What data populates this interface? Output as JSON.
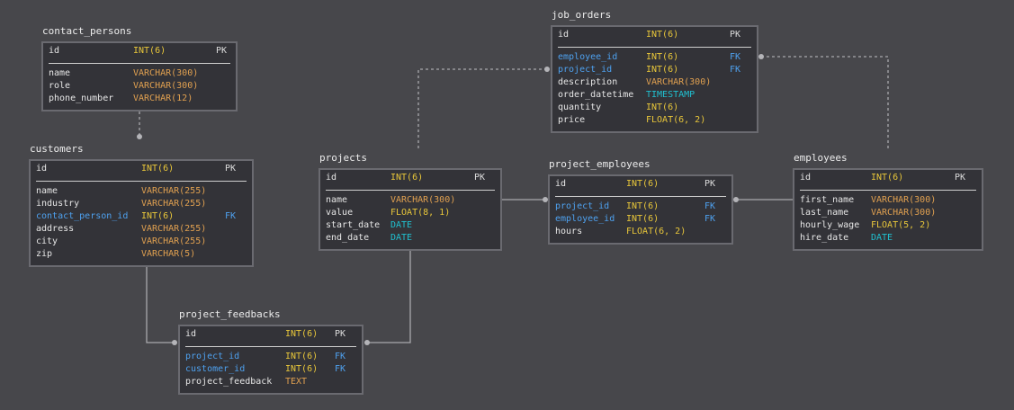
{
  "tables": {
    "contact_persons": {
      "name": "contact_persons",
      "pk": {
        "name": "id",
        "type": "INT(6)",
        "key": "PK"
      },
      "cols": [
        {
          "name": "name",
          "type": "VARCHAR(300)"
        },
        {
          "name": "role",
          "type": "VARCHAR(300)"
        },
        {
          "name": "phone_number",
          "type": "VARCHAR(12)"
        }
      ]
    },
    "customers": {
      "name": "customers",
      "pk": {
        "name": "id",
        "type": "INT(6)",
        "key": "PK"
      },
      "cols": [
        {
          "name": "name",
          "type": "VARCHAR(255)"
        },
        {
          "name": "industry",
          "type": "VARCHAR(255)"
        },
        {
          "name": "contact_person_id",
          "type": "INT(6)",
          "key": "FK"
        },
        {
          "name": "address",
          "type": "VARCHAR(255)"
        },
        {
          "name": "city",
          "type": "VARCHAR(255)"
        },
        {
          "name": "zip",
          "type": "VARCHAR(5)"
        }
      ]
    },
    "projects": {
      "name": "projects",
      "pk": {
        "name": "id",
        "type": "INT(6)",
        "key": "PK"
      },
      "cols": [
        {
          "name": "name",
          "type": "VARCHAR(300)"
        },
        {
          "name": "value",
          "type": "FLOAT(8, 1)"
        },
        {
          "name": "start_date",
          "type": "DATE"
        },
        {
          "name": "end_date",
          "type": "DATE"
        }
      ]
    },
    "job_orders": {
      "name": "job_orders",
      "pk": {
        "name": "id",
        "type": "INT(6)",
        "key": "PK"
      },
      "cols": [
        {
          "name": "employee_id",
          "type": "INT(6)",
          "key": "FK"
        },
        {
          "name": "project_id",
          "type": "INT(6)",
          "key": "FK"
        },
        {
          "name": "description",
          "type": "VARCHAR(300)"
        },
        {
          "name": "order_datetime",
          "type": "TIMESTAMP"
        },
        {
          "name": "quantity",
          "type": "INT(6)"
        },
        {
          "name": "price",
          "type": "FLOAT(6, 2)"
        }
      ]
    },
    "project_employees": {
      "name": "project_employees",
      "pk": {
        "name": "id",
        "type": "INT(6)",
        "key": "PK"
      },
      "cols": [
        {
          "name": "project_id",
          "type": "INT(6)",
          "key": "FK"
        },
        {
          "name": "employee_id",
          "type": "INT(6)",
          "key": "FK"
        },
        {
          "name": "hours",
          "type": "FLOAT(6, 2)"
        }
      ]
    },
    "employees": {
      "name": "employees",
      "pk": {
        "name": "id",
        "type": "INT(6)",
        "key": "PK"
      },
      "cols": [
        {
          "name": "first_name",
          "type": "VARCHAR(300)"
        },
        {
          "name": "last_name",
          "type": "VARCHAR(300)"
        },
        {
          "name": "hourly_wage",
          "type": "FLOAT(5, 2)"
        },
        {
          "name": "hire_date",
          "type": "DATE"
        }
      ]
    },
    "project_feedbacks": {
      "name": "project_feedbacks",
      "pk": {
        "name": "id",
        "type": "INT(6)",
        "key": "PK"
      },
      "cols": [
        {
          "name": "project_id",
          "type": "INT(6)",
          "key": "FK"
        },
        {
          "name": "customer_id",
          "type": "INT(6)",
          "key": "FK"
        },
        {
          "name": "project_feedback",
          "type": "TEXT"
        }
      ]
    }
  },
  "colors": {
    "background": "#47474b",
    "table_fill": "#333338",
    "border": "#6a6a70",
    "fk_column": "#4ea1ef",
    "int_type": "#e9c73a",
    "varchar_type": "#e0a050",
    "date_type": "#20c0d0",
    "connector": "#a9a9ad"
  }
}
